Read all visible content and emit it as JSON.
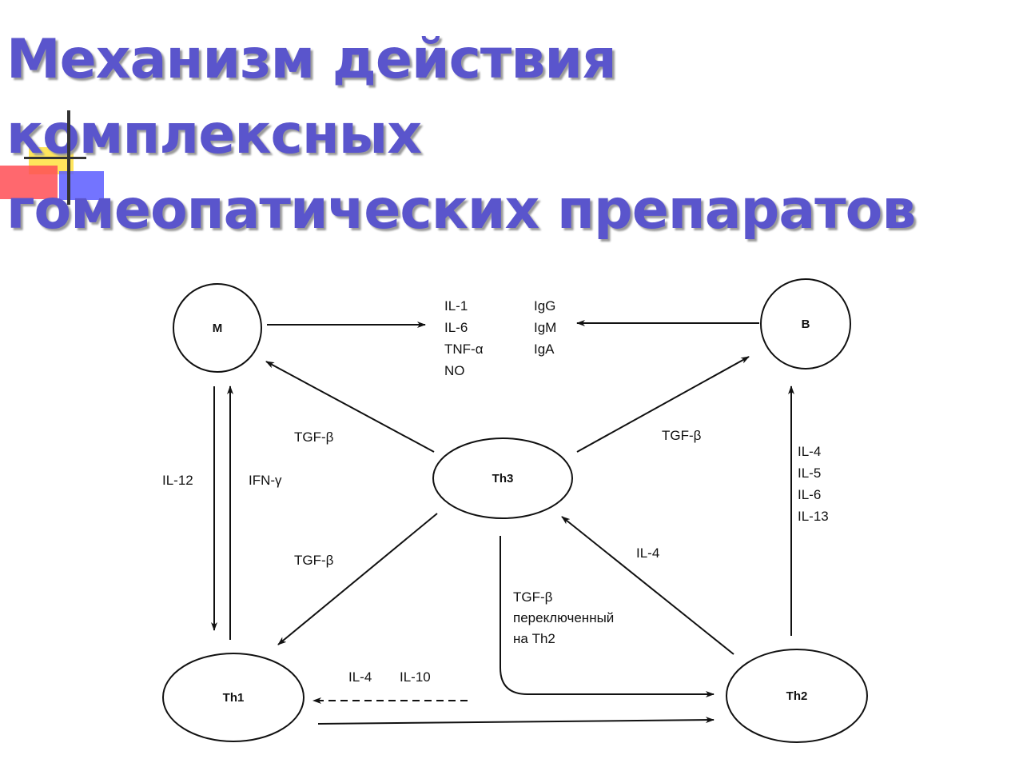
{
  "title": {
    "lines": [
      "Механизм действия",
      "комплексных",
      "гомеопатических препаратов"
    ],
    "color": "#5a55cc"
  },
  "diagram": {
    "nodes": {
      "m": "M",
      "b": "B",
      "th3": "Th3",
      "th1": "Th1",
      "th2": "Th2"
    },
    "labels": {
      "m_secretions": [
        "IL-1",
        "IL-6",
        "TNF-α",
        "NO"
      ],
      "b_secretions": [
        "IgG",
        "IgM",
        "IgA"
      ],
      "tgf_th3_m": "TGF-β",
      "tgf_th3_b": "TGF-β",
      "tgf_th3_th1": "TGF-β",
      "il12": "IL-12",
      "ifn": "IFN-γ",
      "th2_b": [
        "IL-4",
        "IL-5",
        "IL-6",
        "IL-13"
      ],
      "il4_th2_th3": "IL-4",
      "switched": [
        "TGF-β",
        "переключенный",
        "на Th2"
      ],
      "th2_th1_il4": "IL-4",
      "th2_th1_il10": "IL-10"
    }
  }
}
